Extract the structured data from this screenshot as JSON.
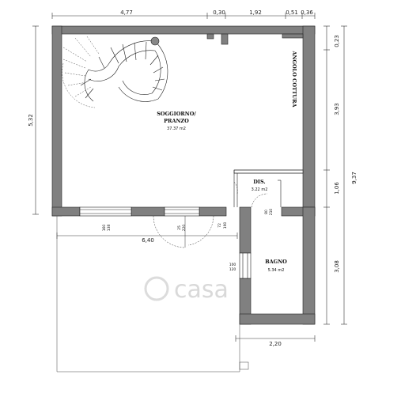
{
  "dimensions": {
    "top": [
      "4,77",
      "0,30",
      "1,92",
      "0,51",
      "0,36"
    ],
    "left": "5,32",
    "right": [
      "0,23",
      "3,93",
      "1,06",
      "3,08",
      "9,37"
    ],
    "bottom_porch": "6,40",
    "bottom_bath": "2,20"
  },
  "rooms": {
    "living": {
      "name_line1": "SOGGIORNO/",
      "name_line2": "PRANZO",
      "area": "37.37 m2"
    },
    "kitchen": {
      "name": "ANGOLO COTTURA"
    },
    "hall": {
      "name": "DIS.",
      "area": "3.22 m2"
    },
    "bath": {
      "name": "BAGNO",
      "area": "5.34 m2"
    }
  },
  "openings": {
    "w1_top": "160",
    "w1_bottom": "138",
    "w2_top": "25",
    "w2_bottom": "220",
    "w3_top": "72",
    "w3_bottom": "190",
    "d_dis_top": "80",
    "d_dis_bottom": "210",
    "w_bath_top": "100",
    "w_bath_bottom": "120"
  },
  "watermark": "casa"
}
